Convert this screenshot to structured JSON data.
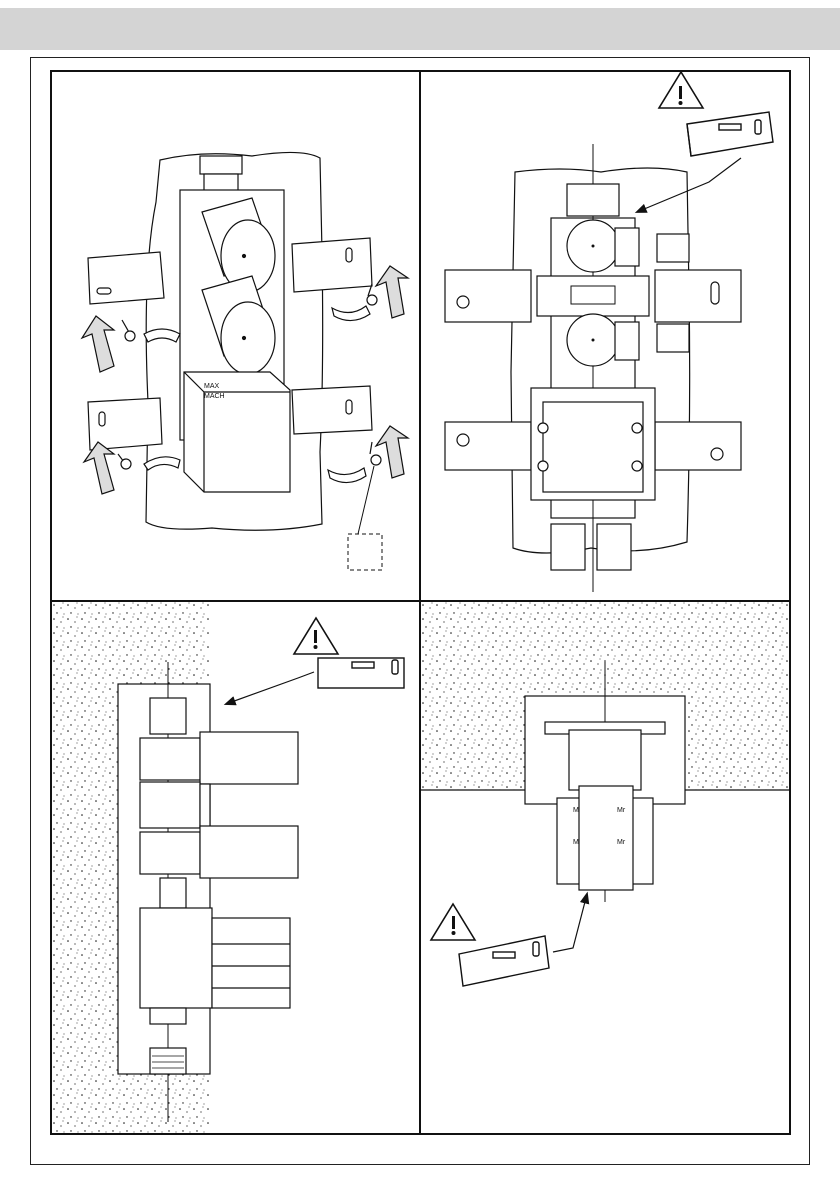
{
  "colors": {
    "header_band": "#d4d4d4",
    "line": "#111111",
    "concrete": "#ffffff"
  },
  "icons": [
    "warning-triangle-icon",
    "spirit-level-icon",
    "arrow-icon",
    "rotate-arrow-icon",
    "screw-icon"
  ],
  "panels": {
    "top_left": {
      "valve_label_1": "MAX",
      "valve_label_2": "MACH"
    },
    "bottom_right": {
      "mark_1": "M",
      "mark_2": "M",
      "mark_3": "Mr",
      "mark_4": "Mr"
    }
  }
}
